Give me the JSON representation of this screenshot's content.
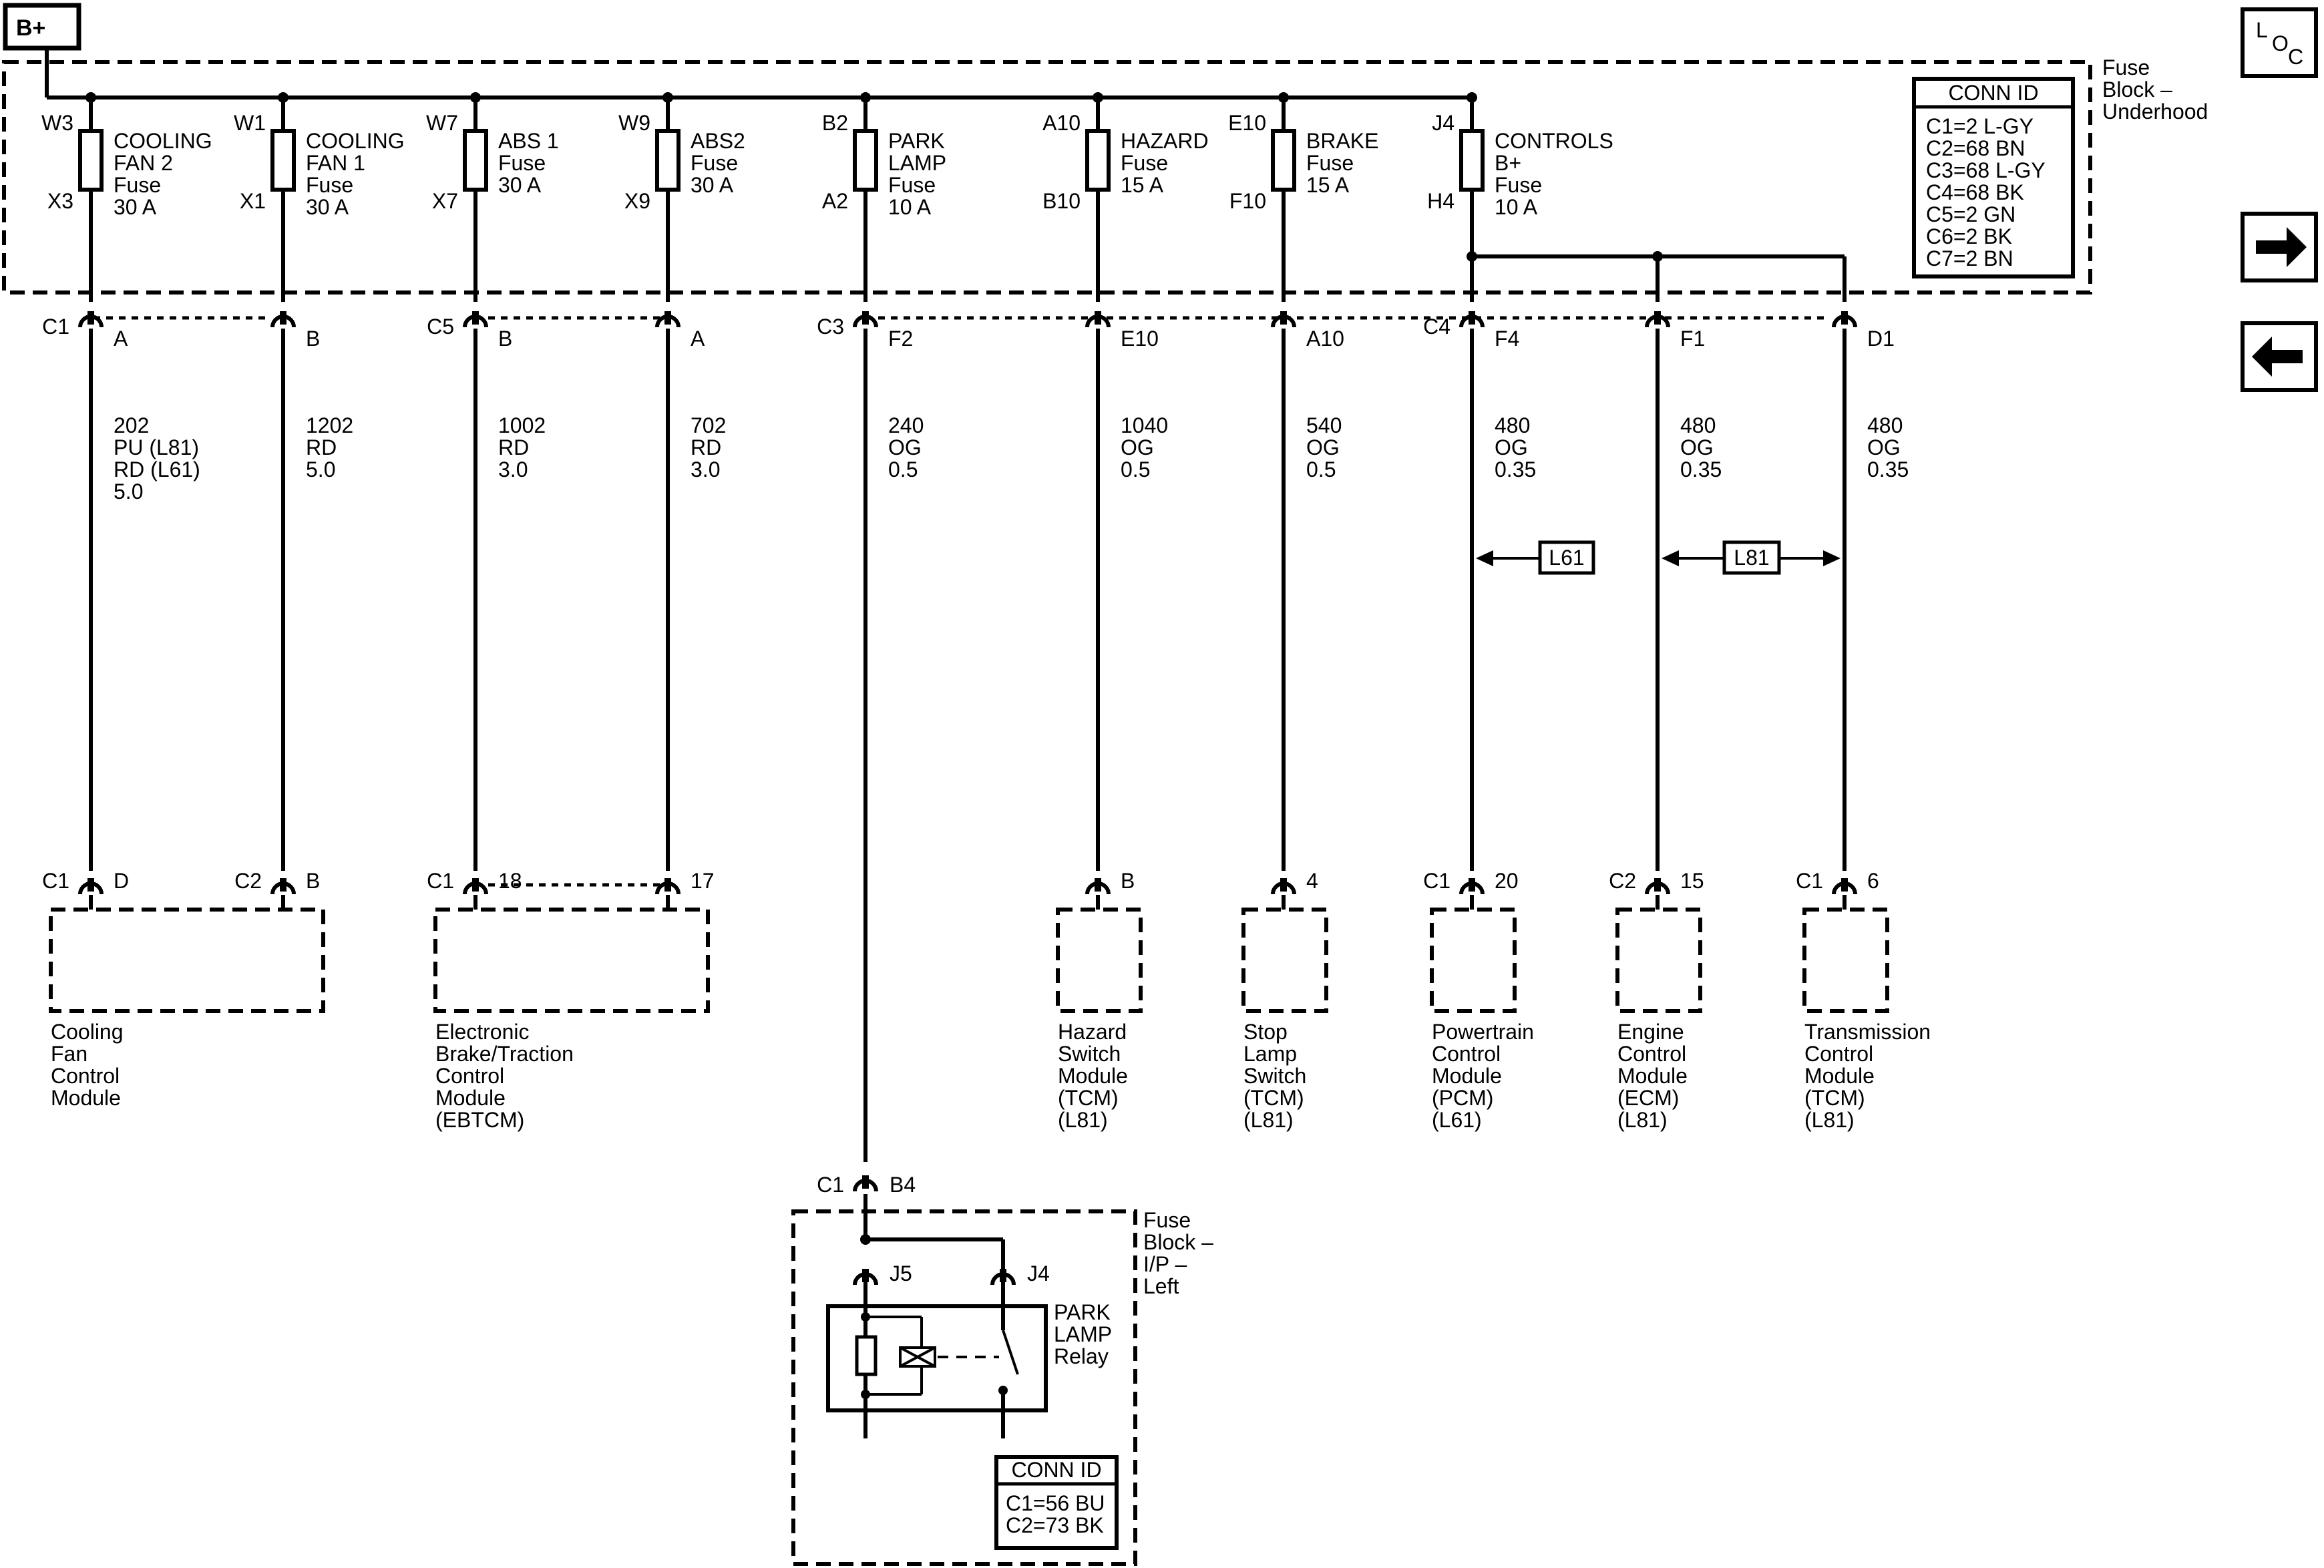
{
  "power_label": "B+",
  "loc_button": {
    "letters": [
      "L",
      "O",
      "C"
    ]
  },
  "nav": {
    "next_icon": "arrow-right-icon",
    "prev_icon": "arrow-left-icon"
  },
  "fuse_block_underhood": {
    "name_lines": [
      "Fuse",
      "Block –",
      "Underhood"
    ],
    "conn_id": {
      "title": "CONN ID",
      "lines": [
        "C1=2 L-GY",
        "C2=68 BN",
        "C3=68 L-GY",
        "C4=68 BK",
        "C5=2 GN",
        "C6=2 BK",
        "C7=2 BN"
      ]
    }
  },
  "fuses": [
    {
      "top": "W3",
      "bottom": "X3",
      "label": [
        "COOLING",
        "FAN 2",
        "Fuse",
        "30 A"
      ],
      "conn": "C1",
      "pin": "A",
      "wire": [
        "202",
        "PU (L81)",
        "RD (L61)",
        "5.0"
      ]
    },
    {
      "top": "W1",
      "bottom": "X1",
      "label": [
        "COOLING",
        "FAN 1",
        "Fuse",
        "30 A"
      ],
      "conn": "",
      "pin": "B",
      "wire": [
        "1202",
        "RD",
        "5.0"
      ]
    },
    {
      "top": "W7",
      "bottom": "X7",
      "label": [
        "ABS 1",
        "Fuse",
        "30 A"
      ],
      "conn": "C5",
      "pin": "B",
      "wire": [
        "1002",
        "RD",
        "3.0"
      ]
    },
    {
      "top": "W9",
      "bottom": "X9",
      "label": [
        "ABS2",
        "Fuse",
        "30 A"
      ],
      "conn": "",
      "pin": "A",
      "wire": [
        "702",
        "RD",
        "3.0"
      ]
    },
    {
      "top": "B2",
      "bottom": "A2",
      "label": [
        "PARK",
        "LAMP",
        "Fuse",
        "10 A"
      ],
      "conn": "C3",
      "pin": "F2",
      "wire": [
        "240",
        "OG",
        "0.5"
      ]
    },
    {
      "top": "A10",
      "bottom": "B10",
      "label": [
        "HAZARD",
        "Fuse",
        "15 A"
      ],
      "conn": "",
      "pin": "E10",
      "wire": [
        "1040",
        "OG",
        "0.5"
      ]
    },
    {
      "top": "E10",
      "bottom": "F10",
      "label": [
        "BRAKE",
        "Fuse",
        "15 A"
      ],
      "conn": "",
      "pin": "A10",
      "wire": [
        "540",
        "OG",
        "0.5"
      ]
    },
    {
      "top": "J4",
      "bottom": "H4",
      "label": [
        "CONTROLS",
        "B+",
        "Fuse",
        "10 A"
      ],
      "conn": "C4",
      "pin": "F4",
      "wire": [
        "480",
        "OG",
        "0.35"
      ]
    }
  ],
  "extra_outputs": [
    {
      "pin": "F1",
      "wire": [
        "480",
        "OG",
        "0.35"
      ]
    },
    {
      "pin": "D1",
      "wire": [
        "480",
        "OG",
        "0.35"
      ]
    }
  ],
  "options": {
    "l61": "L61",
    "l81": "L81"
  },
  "modules": [
    {
      "pins": [
        {
          "conn": "C1",
          "pin": "D"
        },
        {
          "conn": "C2",
          "pin": "B"
        }
      ],
      "name": [
        "Cooling",
        "Fan",
        "Control",
        "Module"
      ]
    },
    {
      "pins": [
        {
          "conn": "C1",
          "pin": "18"
        },
        {
          "conn": "",
          "pin": "17"
        }
      ],
      "name": [
        "Electronic",
        "Brake/Traction",
        "Control",
        "Module",
        "(EBTCM)"
      ]
    },
    {
      "pins": [
        {
          "conn": "",
          "pin": "B"
        }
      ],
      "name": [
        "Hazard",
        "Switch",
        "Module",
        "(TCM)",
        "(L81)"
      ]
    },
    {
      "pins": [
        {
          "conn": "",
          "pin": "4"
        }
      ],
      "name": [
        "Stop",
        "Lamp",
        "Switch",
        "(TCM)",
        "(L81)"
      ]
    },
    {
      "pins": [
        {
          "conn": "C1",
          "pin": "20"
        }
      ],
      "name": [
        "Powertrain",
        "Control",
        "Module",
        "(PCM)",
        "(L61)"
      ]
    },
    {
      "pins": [
        {
          "conn": "C2",
          "pin": "15"
        }
      ],
      "name": [
        "Engine",
        "Control",
        "Module",
        "(ECM)",
        "(L81)"
      ]
    },
    {
      "pins": [
        {
          "conn": "C1",
          "pin": "6"
        }
      ],
      "name": [
        "Transmission",
        "Control",
        "Module",
        "(TCM)",
        "(L81)"
      ]
    }
  ],
  "fuse_block_ip": {
    "name_lines": [
      "Fuse",
      "Block –",
      "I/P –",
      "Left"
    ],
    "entry": {
      "conn": "C1",
      "pin": "B4"
    },
    "pins": [
      "J5",
      "J4"
    ],
    "relay": [
      "PARK",
      "LAMP",
      "Relay"
    ],
    "conn_id": {
      "title": "CONN ID",
      "lines": [
        "C1=56 BU",
        "C2=73 BK"
      ]
    }
  }
}
